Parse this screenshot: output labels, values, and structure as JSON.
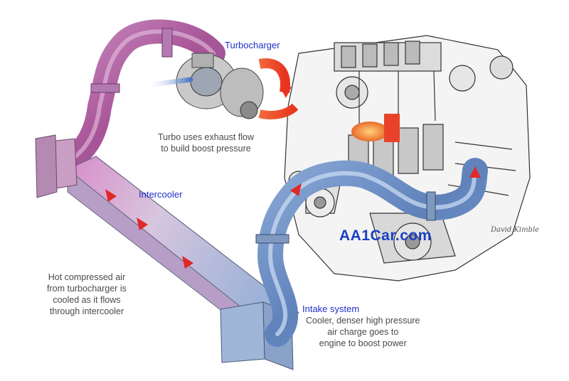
{
  "labels": {
    "turbocharger": "Turbocharger",
    "turbo_desc_1": "Turbo uses exhaust flow",
    "turbo_desc_2": "to build boost pressure",
    "intercooler": "Intercooler",
    "intercooler_desc_1": "Hot compressed air",
    "intercooler_desc_2": "from turbocharger is",
    "intercooler_desc_3": "cooled as it flows",
    "intercooler_desc_4": "through intercooler",
    "intake": "Intake system",
    "intake_desc_1": "Cooler, denser high pressure",
    "intake_desc_2": "air charge goes to",
    "intake_desc_3": "engine to boost power",
    "brand": "AA1Car.com",
    "signature": "David Kimble"
  },
  "colors": {
    "label_blue": "#1f2fc8",
    "hot_pipe": "#b86aa8",
    "cool_pipe": "#6c8fc4",
    "flow_arrow": "#e02828",
    "exhaust": "#f04a2a"
  }
}
